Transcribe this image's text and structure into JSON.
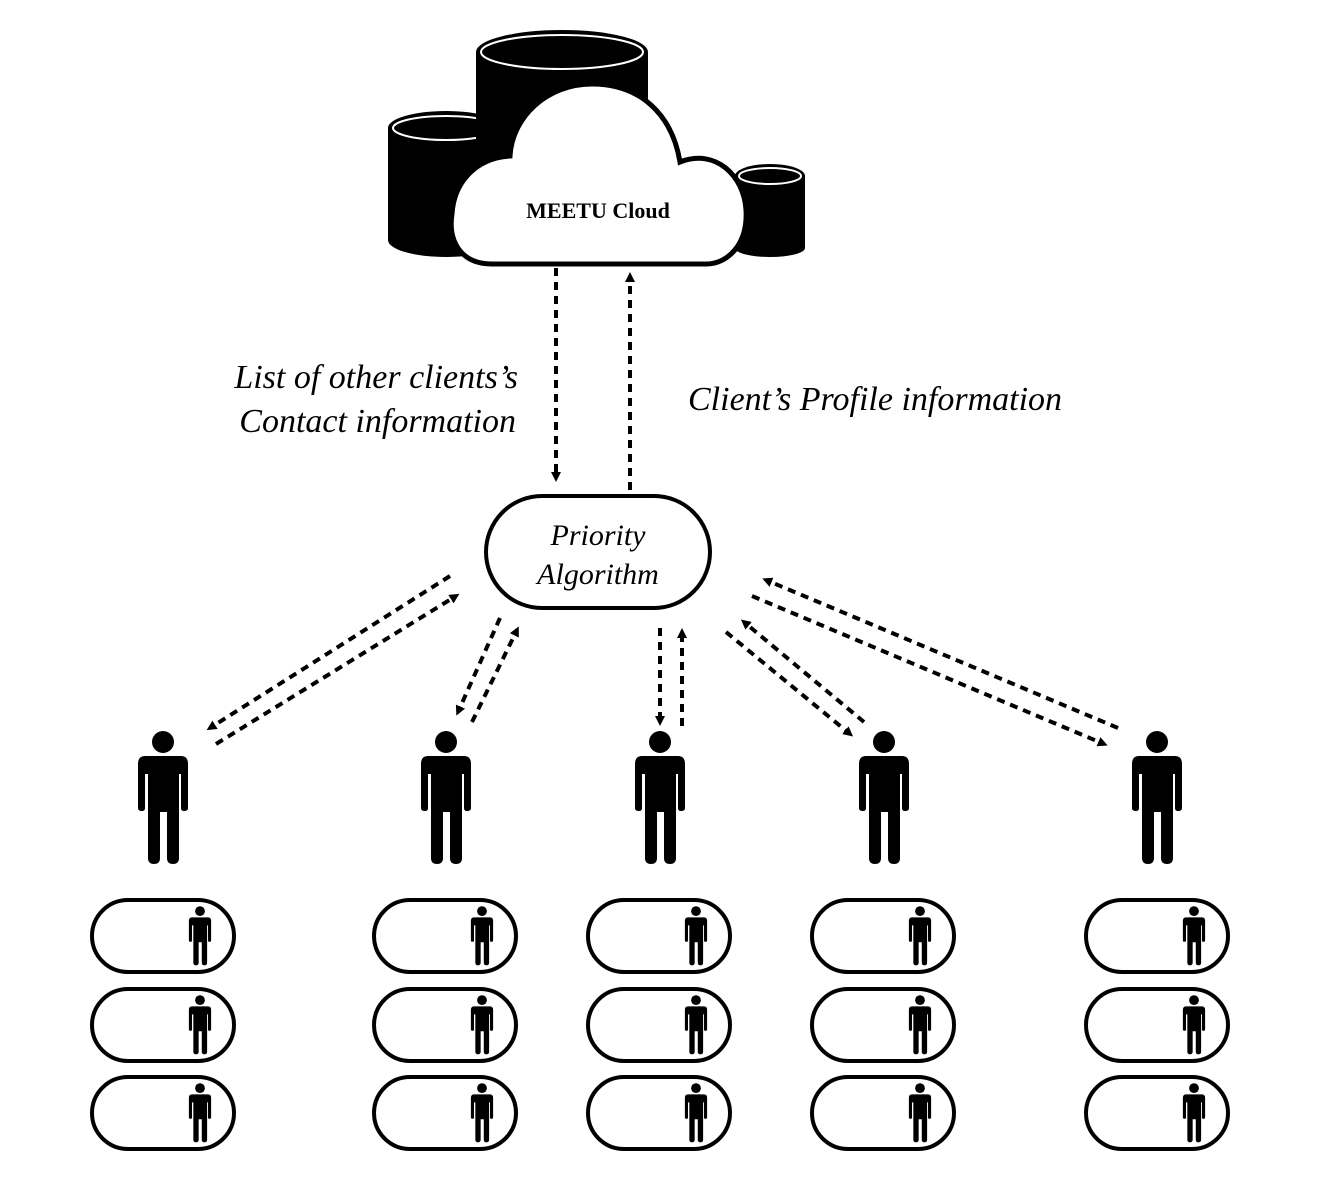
{
  "cloud": {
    "label": "MEETU Cloud",
    "icon": "cloud-with-databases-icon"
  },
  "flows": {
    "down_label_line1": "List of other clients’s",
    "down_label_line2": "Contact information",
    "up_label": "Client’s Profile information"
  },
  "algorithm": {
    "label_line1": "Priority",
    "label_line2": "Algorithm"
  },
  "clients": [
    {
      "icon": "person-icon",
      "contact_count": 3
    },
    {
      "icon": "person-icon",
      "contact_count": 3
    },
    {
      "icon": "person-icon",
      "contact_count": 3
    },
    {
      "icon": "person-icon",
      "contact_count": 3
    },
    {
      "icon": "person-icon",
      "contact_count": 3
    }
  ],
  "colors": {
    "ink": "#000000",
    "background": "#ffffff"
  }
}
